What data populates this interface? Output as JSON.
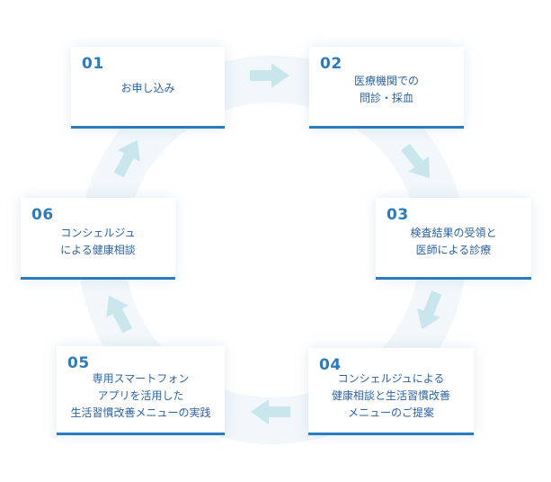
{
  "steps": [
    {
      "num": "01",
      "lines": [
        "お申し込み"
      ]
    },
    {
      "num": "02",
      "lines": [
        "医療機関での",
        "問診・採血"
      ]
    },
    {
      "num": "03",
      "lines": [
        "検査結果の受領と",
        "医師による診療"
      ]
    },
    {
      "num": "04",
      "lines": [
        "コンシェルジュによる",
        "健康相談と生活習慣改善",
        "メニューのご提案"
      ]
    },
    {
      "num": "05",
      "lines": [
        "専用スマートフォン",
        "アプリを活用した",
        "生活習慣改善メニューの実践"
      ]
    },
    {
      "num": "06",
      "lines": [
        "コンシェルジュ",
        "による健康相談"
      ]
    }
  ],
  "colors": {
    "accent": "#2c7bbd",
    "text": "#2e63a0",
    "ring": "#f1f7fa",
    "arrow": "#c9e6ec"
  },
  "icons": {
    "flow_arrow": "arrow-icon"
  }
}
